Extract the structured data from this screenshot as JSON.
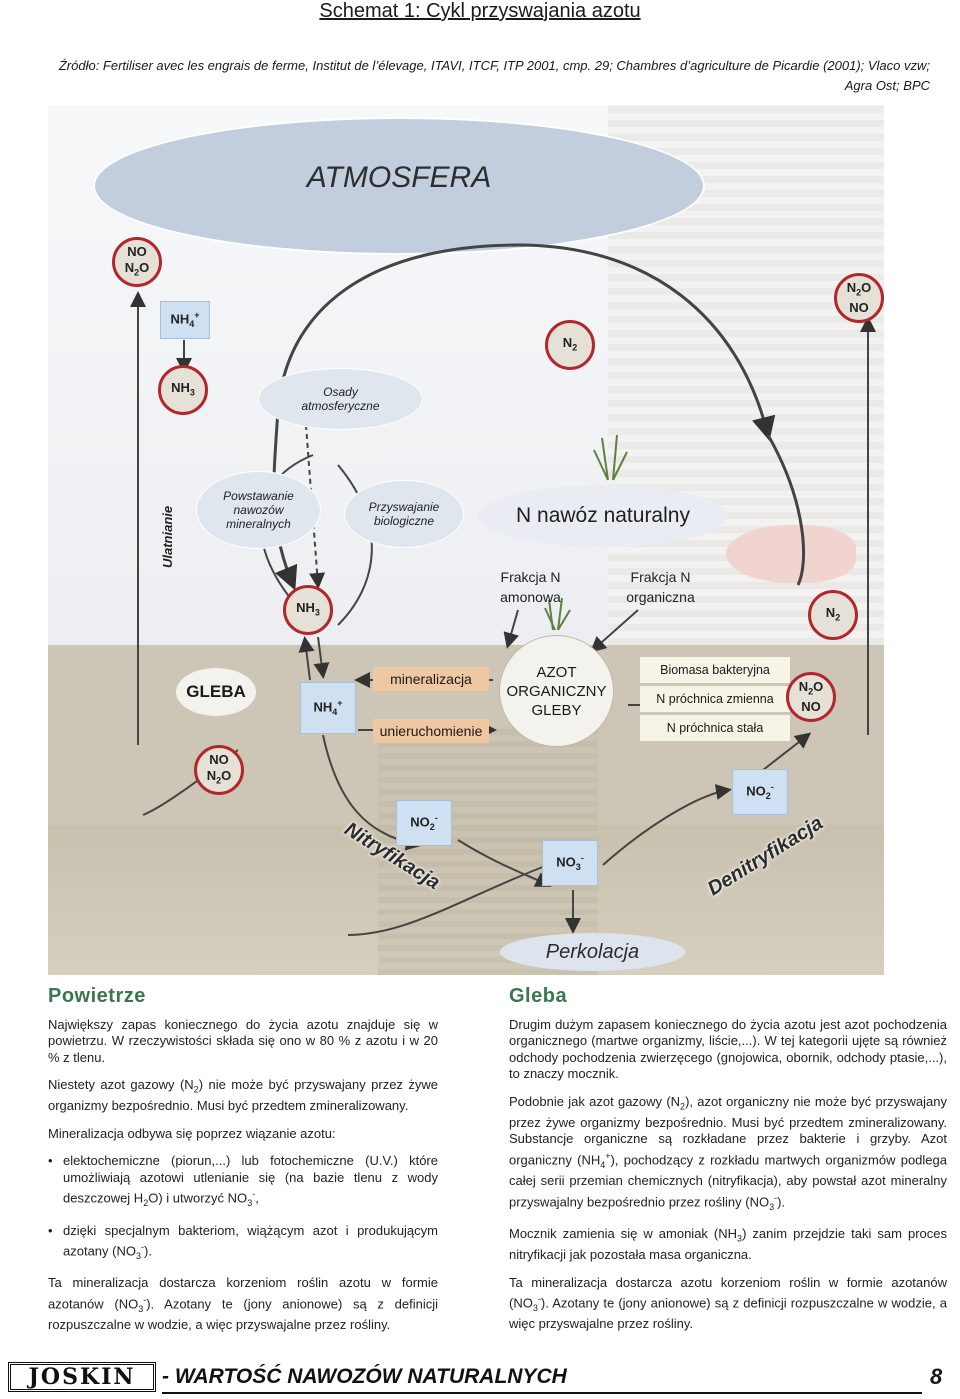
{
  "title": "Schemat 1: Cykl przyswajania azotu",
  "source": "Źródło: Fertiliser avec les engrais de ferme, Institut de l’élevage, ITAVI, ITCF, ITP 2001, cmp. 29; Chambres d’agriculture de Picardie (2001); Vlaco vzw; Agra Ost; BPC",
  "diagram": {
    "atmosfera": "ATMOSFERA",
    "osady": "Osady atmosferyczne",
    "ulatnianie": "Ulatnianie",
    "powstawanie": "Powstawanie nawozów mineralnych",
    "przyswajanie": "Przyswajanie biologiczne",
    "nawoz": "N nawóz naturalny",
    "frakcja_amonowa": "Frakcja N amonowa",
    "frakcja_organiczna": "Frakcja N organiczna",
    "gleba": "GLEBA",
    "mineralizacja": "mineralizacja",
    "unieruchomienie": "unieruchomienie",
    "azot_organiczny": "AZOT ORGANICZNY GLEBY",
    "biomasa": "Biomasa bakteryjna",
    "prochnica_zmienna": "N próchnica zmienna",
    "prochnica_stala": "N próchnica stała",
    "nitryfikacja": "Nitryfikacja",
    "denitryfikacja": "Denitryfikacja",
    "perkolacja": "Perkolacja",
    "chem": {
      "no": "NO",
      "n2o": "N",
      "o_suffix": "O",
      "nh4": "NH",
      "nh3": "NH",
      "n2": "N",
      "no2": "NO",
      "no3": "NO",
      "sub2": "2",
      "sub3": "3",
      "sub4": "4",
      "plus": "+",
      "minus": "-"
    }
  },
  "powietrze": {
    "heading": "Powietrze",
    "p1": "Największy zapas koniecznego do życia azotu znajduje się w powietrzu. W rzeczywistości składa się ono w 80 % z azotu i w 20 % z tlenu.",
    "p2a": "Niestety azot gazowy (N",
    "p2b": ") nie może być przyswajany przez żywe organizmy bezpośrednio. Musi być przedtem zmineralizowany.",
    "p3": "Mineralizacja odbywa się poprzez wiązanie azotu:",
    "li1": "elektochemiczne (piorun,...) lub fotochemiczne (U.V.)",
    "li2a": "które umożliwiają azotowi utlenianie się (na bazie tlenu z wody deszczowej H",
    "li2b": "O) i utworzyć NO",
    "li2c": ",",
    "li3a": "dzięki specjalnym bakteriom, wiążącym azot i produkującym azotany (NO",
    "li3b": ").",
    "p4a": "Ta mineralizacja dostarcza korzeniom roślin azotu w formie azotanów (NO",
    "p4b": "). Azotany te (jony anionowe) są z definicji rozpuszczalne w wodzie, a więc przyswajalne przez rośliny."
  },
  "gleba_text": {
    "heading": "Gleba",
    "p1": "Drugim dużym zapasem koniecznego do życia azotu jest azot pochodzenia organicznego (martwe organizmy, liście,...). W tej kategorii ujęte są również odchody pochodzenia zwierzęcego (gnojowica, obornik, odchody ptasie,...), to znaczy mocznik.",
    "p2a": "Podobnie jak azot gazowy (N",
    "p2b": "), azot organiczny nie może być przyswajany przez żywe organizmy bezpośrednio. Musi być przedtem zmineralizowany. Substancje organiczne są rozkładane przez bakterie i grzyby. Azot organiczny (NH",
    "p2c": "), pochodzący z rozkładu martwych organizmów podlega całej serii przemian chemicznych (nitryfikacja), aby powstał azot mineralny przyswajalny bezpośrednio przez rośliny (NO",
    "p2d": ").",
    "p3a": "Mocznik zamienia się w amoniak (NH",
    "p3b": ") zanim przejdzie taki sam proces nitryfikacji jak pozostała masa organiczna.",
    "p4a": "Ta mineralizacja dostarcza azotu korzeniom roślin w formie azotanów (NO",
    "p4b": "). Azotany te (jony anionowe) są z definicji rozpuszczalne w wodzie, a więc przyswajalne przez rośliny."
  },
  "footer": {
    "logo": "JOSKIN",
    "text": "- WARTOŚĆ NAWOZÓW NATURALNYCH",
    "page": "8"
  }
}
